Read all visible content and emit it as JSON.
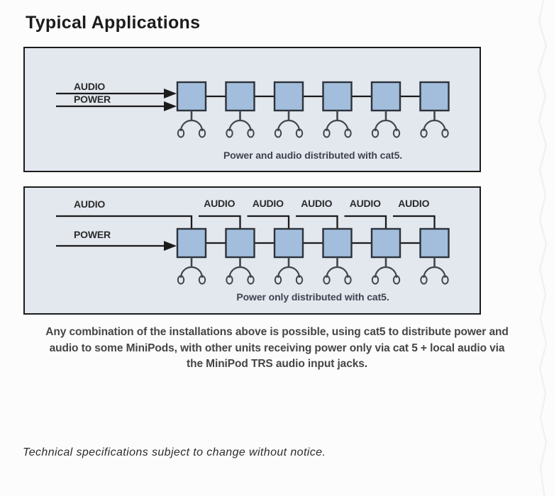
{
  "page": {
    "title": "Typical Applications",
    "description_lines": [
      "Any combination of the installations above is possible, using cat5 to distribute power and",
      "audio to some MiniPods, with other units receiving power only via cat 5 + local audio via",
      "the MiniPod TRS audio input jacks."
    ],
    "footer_note": "Technical specifications subject to change without notice."
  },
  "colors": {
    "panel_bg": "#e3e7ee",
    "panel_border": "#1b1b1b",
    "box_fill": "#a2bedc",
    "box_border": "#2d323a",
    "line": "#1b1b1b",
    "headphone": "#40464e",
    "label_text": "#2b2b2b",
    "caption_text": "#3e4551",
    "body_text": "#454545",
    "title_text": "#1c1c1c"
  },
  "diagram1": {
    "audio_label": "AUDIO",
    "power_label": "POWER",
    "unit_count": 6,
    "audio_mode": "direct",
    "caption": "Power and audio distributed with cat5."
  },
  "diagram2": {
    "audio_label": "AUDIO",
    "power_label": "POWER",
    "unit_count": 6,
    "audio_mode": "taps",
    "audio_tap_labels": [
      "AUDIO",
      "AUDIO",
      "AUDIO",
      "AUDIO",
      "AUDIO"
    ],
    "caption": "Power only distributed with cat5."
  }
}
